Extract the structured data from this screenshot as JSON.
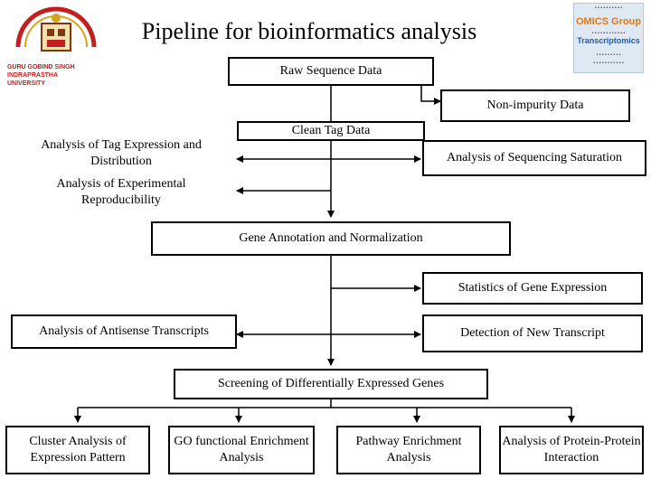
{
  "title": "Pipeline for bioinformatics analysis",
  "logo_left": {
    "icon": "university-crest-icon",
    "line1": "GURU GOBIND SINGH",
    "line2": "INDRAPRASTHA",
    "line3": "UNIVERSITY"
  },
  "logo_right": {
    "icon": "conference-badge-icon",
    "brand": "OMICS Group",
    "event": "Transcriptomics"
  },
  "nodes": {
    "raw": "Raw Sequence Data",
    "non_impurity": "Non-impurity Data",
    "clean_tag": "Clean Tag Data",
    "tag_expression": "Analysis of Tag Expression and Distribution",
    "seq_saturation": "Analysis of Sequencing Saturation",
    "reproducibility": "Analysis of Experimental Reproducibility",
    "gene_annotation": "Gene Annotation and Normalization",
    "stats_gene": "Statistics of Gene Expression",
    "antisense": "Analysis of Antisense Transcripts",
    "new_transcript": "Detection of New Transcript",
    "deg": "Screening of Differentially Expressed Genes",
    "cluster": "Cluster Analysis of Expression Pattern",
    "go": "GO functional Enrichment Analysis",
    "pathway": "Pathway Enrichment Analysis",
    "ppi": "Analysis of Protein-Protein Interaction"
  },
  "colors": {
    "line": "#000000",
    "box_border": "#000000",
    "title": "#000000"
  }
}
